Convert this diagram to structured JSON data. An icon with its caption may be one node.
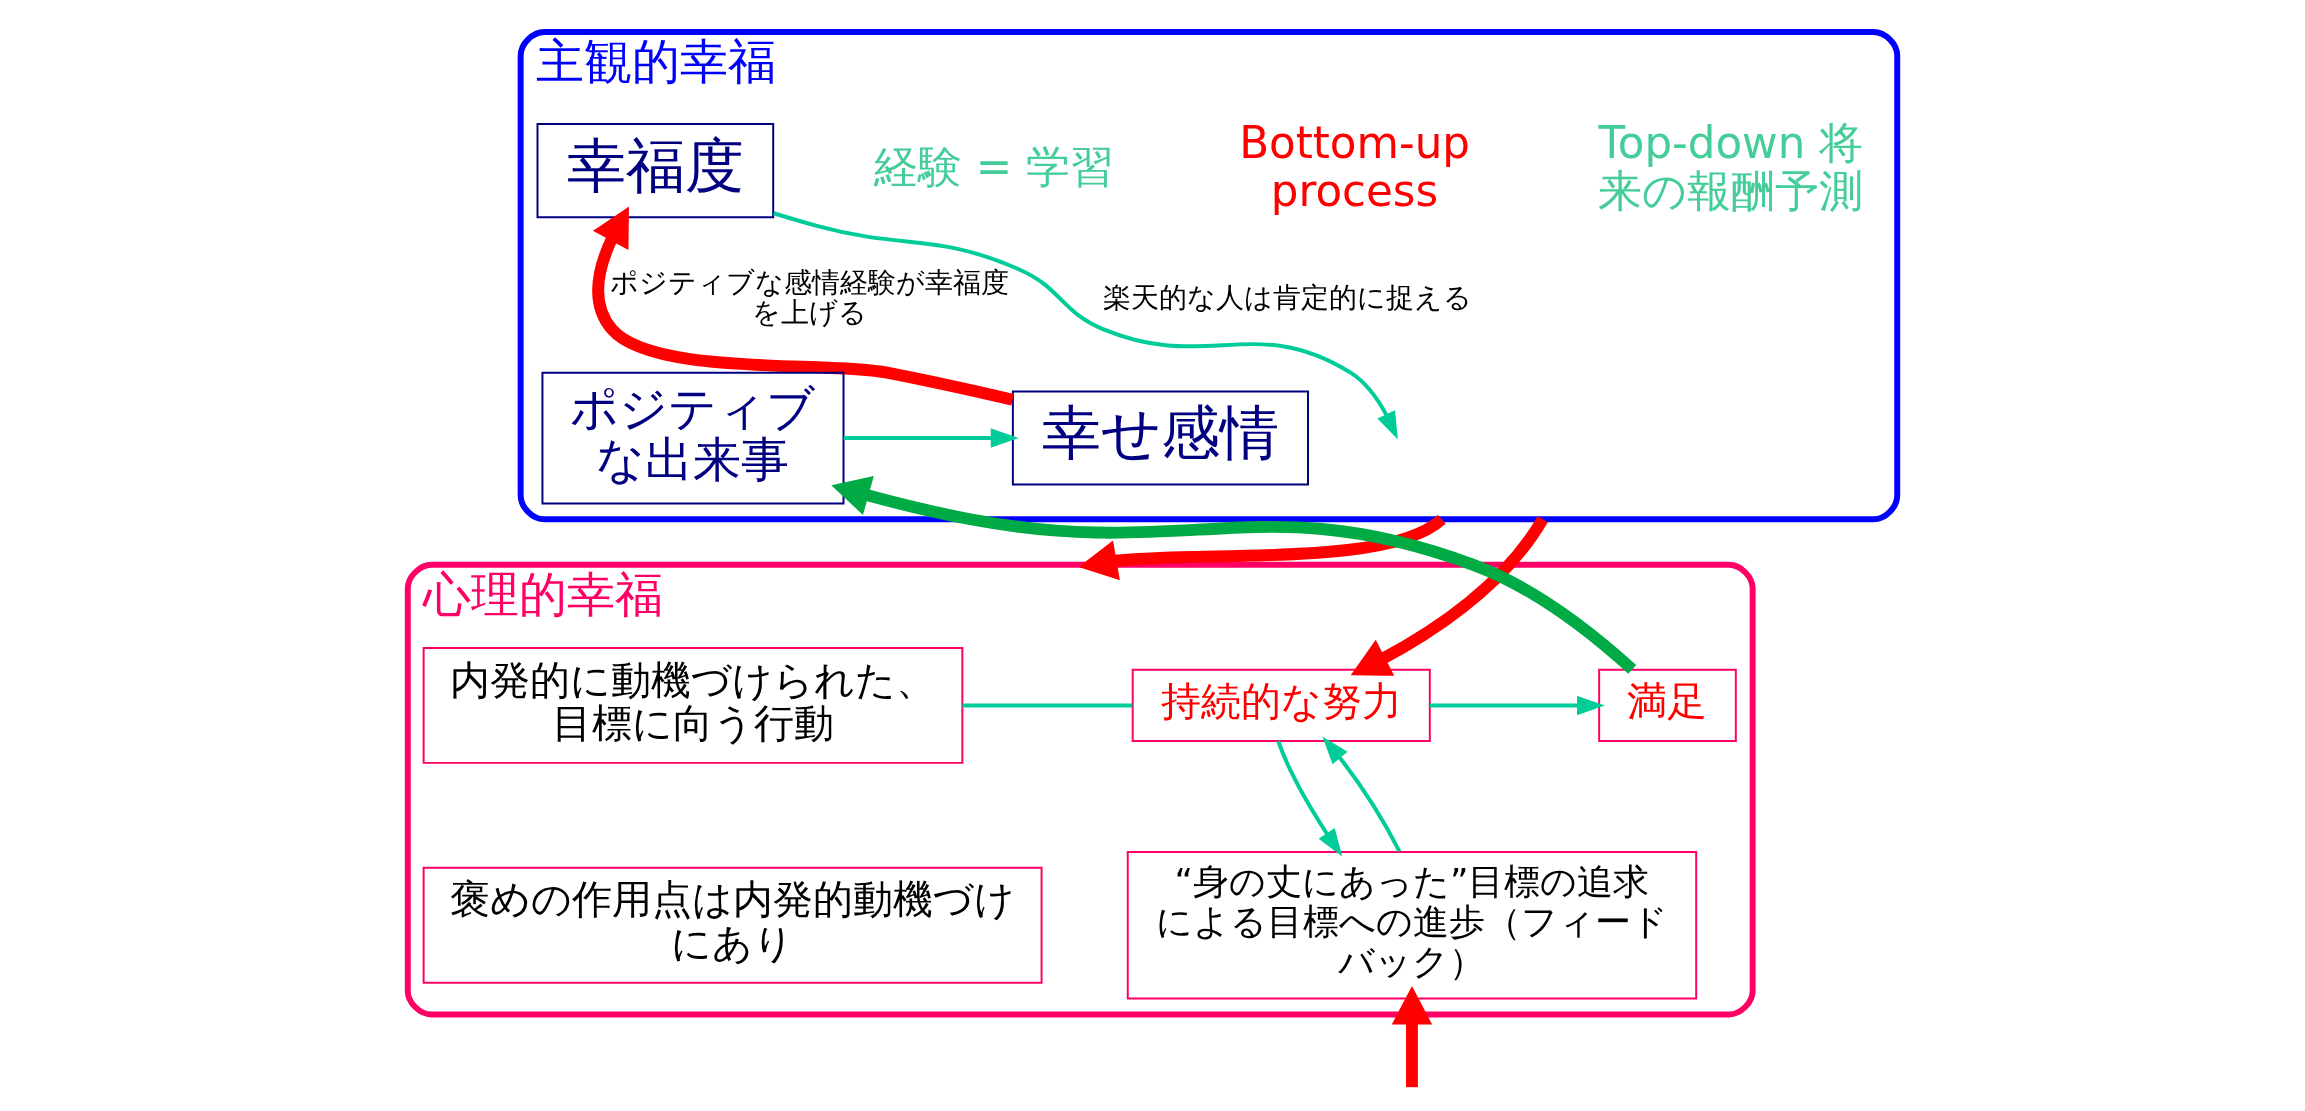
{
  "diagram": {
    "nodes": [
      {
        "text": [
          "主観的幸福"
        ]
      },
      {
        "text": [
          "幸福度"
        ],
        "in": 0
      },
      {
        "text": [
          "ポジティブな出来事"
        ],
        "in": 0
      },
      {
        "text": [
          "幸せ感情"
        ],
        "in": 0
      },
      {
        "text": [
          "心理的幸福"
        ]
      },
      {
        "text": [
          "内発的に動機づけられた、目標に向う行動"
        ],
        "in": 4
      },
      {
        "text": [
          "持続的な努力"
        ],
        "in": 4
      },
      {
        "text": [
          "満足"
        ],
        "in": 4
      },
      {
        "text": [
          "“身の丈にあった”目標の追求による目標への進歩（フィードバック）"
        ],
        "in": 4
      },
      {
        "text": [
          "褒めの作用点は内発的動機づけにあり"
        ],
        "in": 4
      }
    ],
    "edges": [
      {
        "from": 1,
        "to": null,
        "arrow": "to",
        "label": "楽天的な人は肯定的に捉える"
      },
      {
        "from": 2,
        "to": 3,
        "arrow": "to"
      },
      {
        "from": 3,
        "to": 1,
        "arrow": "to",
        "label": "ポジティブな感情経験が幸福度を上げる",
        "style": "thick",
        "color": "#ff0000"
      },
      {
        "from": 7,
        "to": 2,
        "arrow": "to",
        "style": "thick",
        "color": "#00aa44"
      },
      {
        "from": 0,
        "to": 4,
        "arrow": "to",
        "style": "thick",
        "color": "#ff0000"
      },
      {
        "from": 0,
        "to": 6,
        "arrow": "to",
        "style": "thick",
        "color": "#ff0000"
      },
      {
        "from": 5,
        "to": 6,
        "arrow": "none"
      },
      {
        "from": 6,
        "to": 7,
        "arrow": "to"
      },
      {
        "from": 6,
        "to": 8,
        "arrow": "to"
      },
      {
        "from": 8,
        "to": 6,
        "arrow": "to"
      },
      {
        "from": null,
        "to": 8,
        "arrow": "to",
        "style": "thick",
        "color": "#ff0000"
      }
    ],
    "labels": [
      "Top-down 将来の報酬予測",
      "Bottom-up process",
      "経験 = 学習"
    ]
  }
}
